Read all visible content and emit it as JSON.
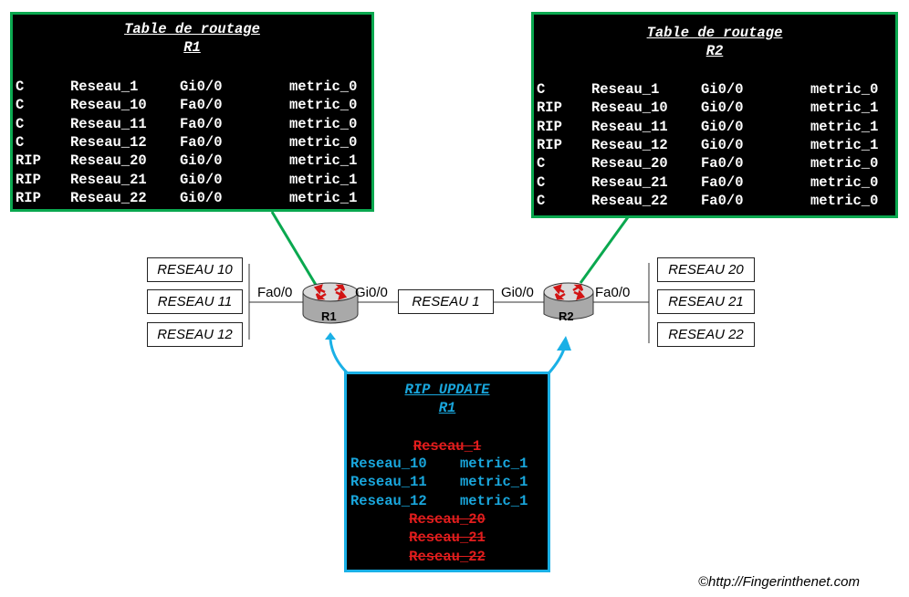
{
  "colors": {
    "r1_border": "#0aa84f",
    "r2_border": "#0aa84f",
    "update_border": "#1ab0e6",
    "update_text": "#19a6dc",
    "removed_text": "#e21d1d"
  },
  "r1_table": {
    "title": "Table de routage",
    "subtitle": "R1",
    "rows": [
      {
        "type": "C",
        "network": "Reseau_1",
        "iface": "Gi0/0",
        "metric": "metric_0"
      },
      {
        "type": "C",
        "network": "Reseau_10",
        "iface": "Fa0/0",
        "metric": "metric_0"
      },
      {
        "type": "C",
        "network": "Reseau_11",
        "iface": "Fa0/0",
        "metric": "metric_0"
      },
      {
        "type": "C",
        "network": "Reseau_12",
        "iface": "Fa0/0",
        "metric": "metric_0"
      },
      {
        "type": "RIP",
        "network": "Reseau_20",
        "iface": "Gi0/0",
        "metric": "metric_1"
      },
      {
        "type": "RIP",
        "network": "Reseau_21",
        "iface": "Gi0/0",
        "metric": "metric_1"
      },
      {
        "type": "RIP",
        "network": "Reseau_22",
        "iface": "Gi0/0",
        "metric": "metric_1"
      }
    ]
  },
  "r2_table": {
    "title": "Table de routage",
    "subtitle": "R2",
    "rows": [
      {
        "type": "C",
        "network": "Reseau_1",
        "iface": "Gi0/0",
        "metric": "metric_0"
      },
      {
        "type": "RIP",
        "network": "Reseau_10",
        "iface": "Gi0/0",
        "metric": "metric_1"
      },
      {
        "type": "RIP",
        "network": "Reseau_11",
        "iface": "Gi0/0",
        "metric": "metric_1"
      },
      {
        "type": "RIP",
        "network": "Reseau_12",
        "iface": "Gi0/0",
        "metric": "metric_1"
      },
      {
        "type": "C",
        "network": "Reseau_20",
        "iface": "Fa0/0",
        "metric": "metric_0"
      },
      {
        "type": "C",
        "network": "Reseau_21",
        "iface": "Fa0/0",
        "metric": "metric_0"
      },
      {
        "type": "C",
        "network": "Reseau_22",
        "iface": "Fa0/0",
        "metric": "metric_0"
      }
    ]
  },
  "topology": {
    "left_networks": [
      "RESEAU 10",
      "RESEAU 11",
      "RESEAU 12"
    ],
    "right_networks": [
      "RESEAU 20",
      "RESEAU 21",
      "RESEAU 22"
    ],
    "middle_network": "RESEAU 1",
    "r1": {
      "name": "R1",
      "lan_iface": "Fa0/0",
      "wan_iface": "Gi0/0"
    },
    "r2": {
      "name": "R2",
      "lan_iface": "Fa0/0",
      "wan_iface": "Gi0/0"
    }
  },
  "rip_update": {
    "title": "RIP UPDATE",
    "subtitle": "R1",
    "removed_top": "Reseau_1",
    "entries": [
      {
        "network": "Reseau_10",
        "metric": "metric_1"
      },
      {
        "network": "Reseau_11",
        "metric": "metric_1"
      },
      {
        "network": "Reseau_12",
        "metric": "metric_1"
      }
    ],
    "removed_bottom": [
      "Reseau_20",
      "Reseau_21",
      "Reseau_22"
    ]
  },
  "copyright": "©http://Fingerinthenet.com"
}
